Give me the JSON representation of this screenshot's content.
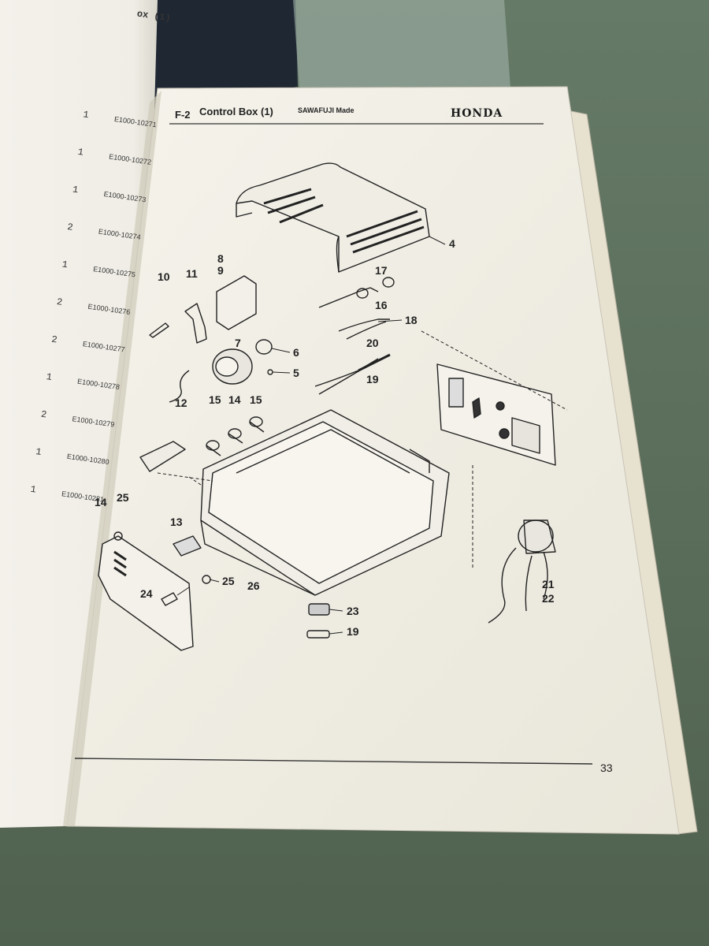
{
  "page": {
    "section_code": "F-2",
    "title": "Control Box (1)",
    "subtitle": "SAWAFUJI Made",
    "brand": "HONDA",
    "page_number": "33"
  },
  "left_page": {
    "header_fragment": "ox (1)",
    "rows": [
      {
        "qty": "1",
        "code": "E1000-10271"
      },
      {
        "qty": "1",
        "code": "E1000-10272"
      },
      {
        "qty": "1",
        "code": "E1000-10273"
      },
      {
        "qty": "2",
        "code": "E1000-10274"
      },
      {
        "qty": "1",
        "code": "E1000-10275"
      },
      {
        "qty": "2",
        "code": "E1000-10276"
      },
      {
        "qty": "2",
        "code": "E1000-10277"
      },
      {
        "qty": "1",
        "code": "E1000-10278"
      },
      {
        "qty": "2",
        "code": "E1000-10279"
      },
      {
        "qty": "1",
        "code": "E1000-10280"
      },
      {
        "qty": "1",
        "code": "E1000-10281"
      }
    ]
  },
  "callouts": [
    {
      "id": "c4",
      "label": "4"
    },
    {
      "id": "c8",
      "label": "8"
    },
    {
      "id": "c9",
      "label": "9"
    },
    {
      "id": "c10",
      "label": "10"
    },
    {
      "id": "c11",
      "label": "11"
    },
    {
      "id": "c7",
      "label": "7"
    },
    {
      "id": "c6",
      "label": "6"
    },
    {
      "id": "c5",
      "label": "5"
    },
    {
      "id": "c17",
      "label": "17"
    },
    {
      "id": "c16",
      "label": "16"
    },
    {
      "id": "c18",
      "label": "18"
    },
    {
      "id": "c20",
      "label": "20"
    },
    {
      "id": "c19a",
      "label": "19"
    },
    {
      "id": "c12",
      "label": "12"
    },
    {
      "id": "c15a",
      "label": "15"
    },
    {
      "id": "c14a",
      "label": "14"
    },
    {
      "id": "c15b",
      "label": "15"
    },
    {
      "id": "c25a",
      "label": "25"
    },
    {
      "id": "c14b",
      "label": "14"
    },
    {
      "id": "c13",
      "label": "13"
    },
    {
      "id": "c24",
      "label": "24"
    },
    {
      "id": "c25b",
      "label": "25"
    },
    {
      "id": "c26",
      "label": "26"
    },
    {
      "id": "c23",
      "label": "23"
    },
    {
      "id": "c19b",
      "label": "19"
    },
    {
      "id": "c21",
      "label": "21"
    },
    {
      "id": "c22",
      "label": "22"
    }
  ],
  "colors": {
    "table": "#5c6f5e",
    "paper": "#f1efe6",
    "ink": "#222222",
    "binder": "#1e2633"
  }
}
